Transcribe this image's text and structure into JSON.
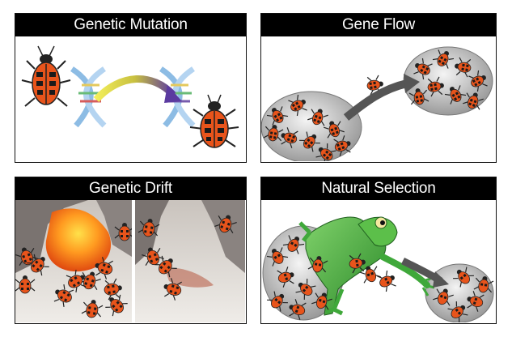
{
  "panels": [
    {
      "title": "Genetic Mutation"
    },
    {
      "title": "Gene Flow"
    },
    {
      "title": "Genetic Drift"
    },
    {
      "title": "Natural Selection"
    }
  ],
  "colors": {
    "beetle_orange": "#e8541b",
    "beetle_spots": "#1a1a1a",
    "dna_blue": "#6aa6d8",
    "arrow_yellow": "#e8e04a",
    "arrow_purple": "#6a3fa8",
    "arrow_gray": "#555555",
    "lava": "#ff8a1a",
    "frog_green": "#3fa83a"
  }
}
